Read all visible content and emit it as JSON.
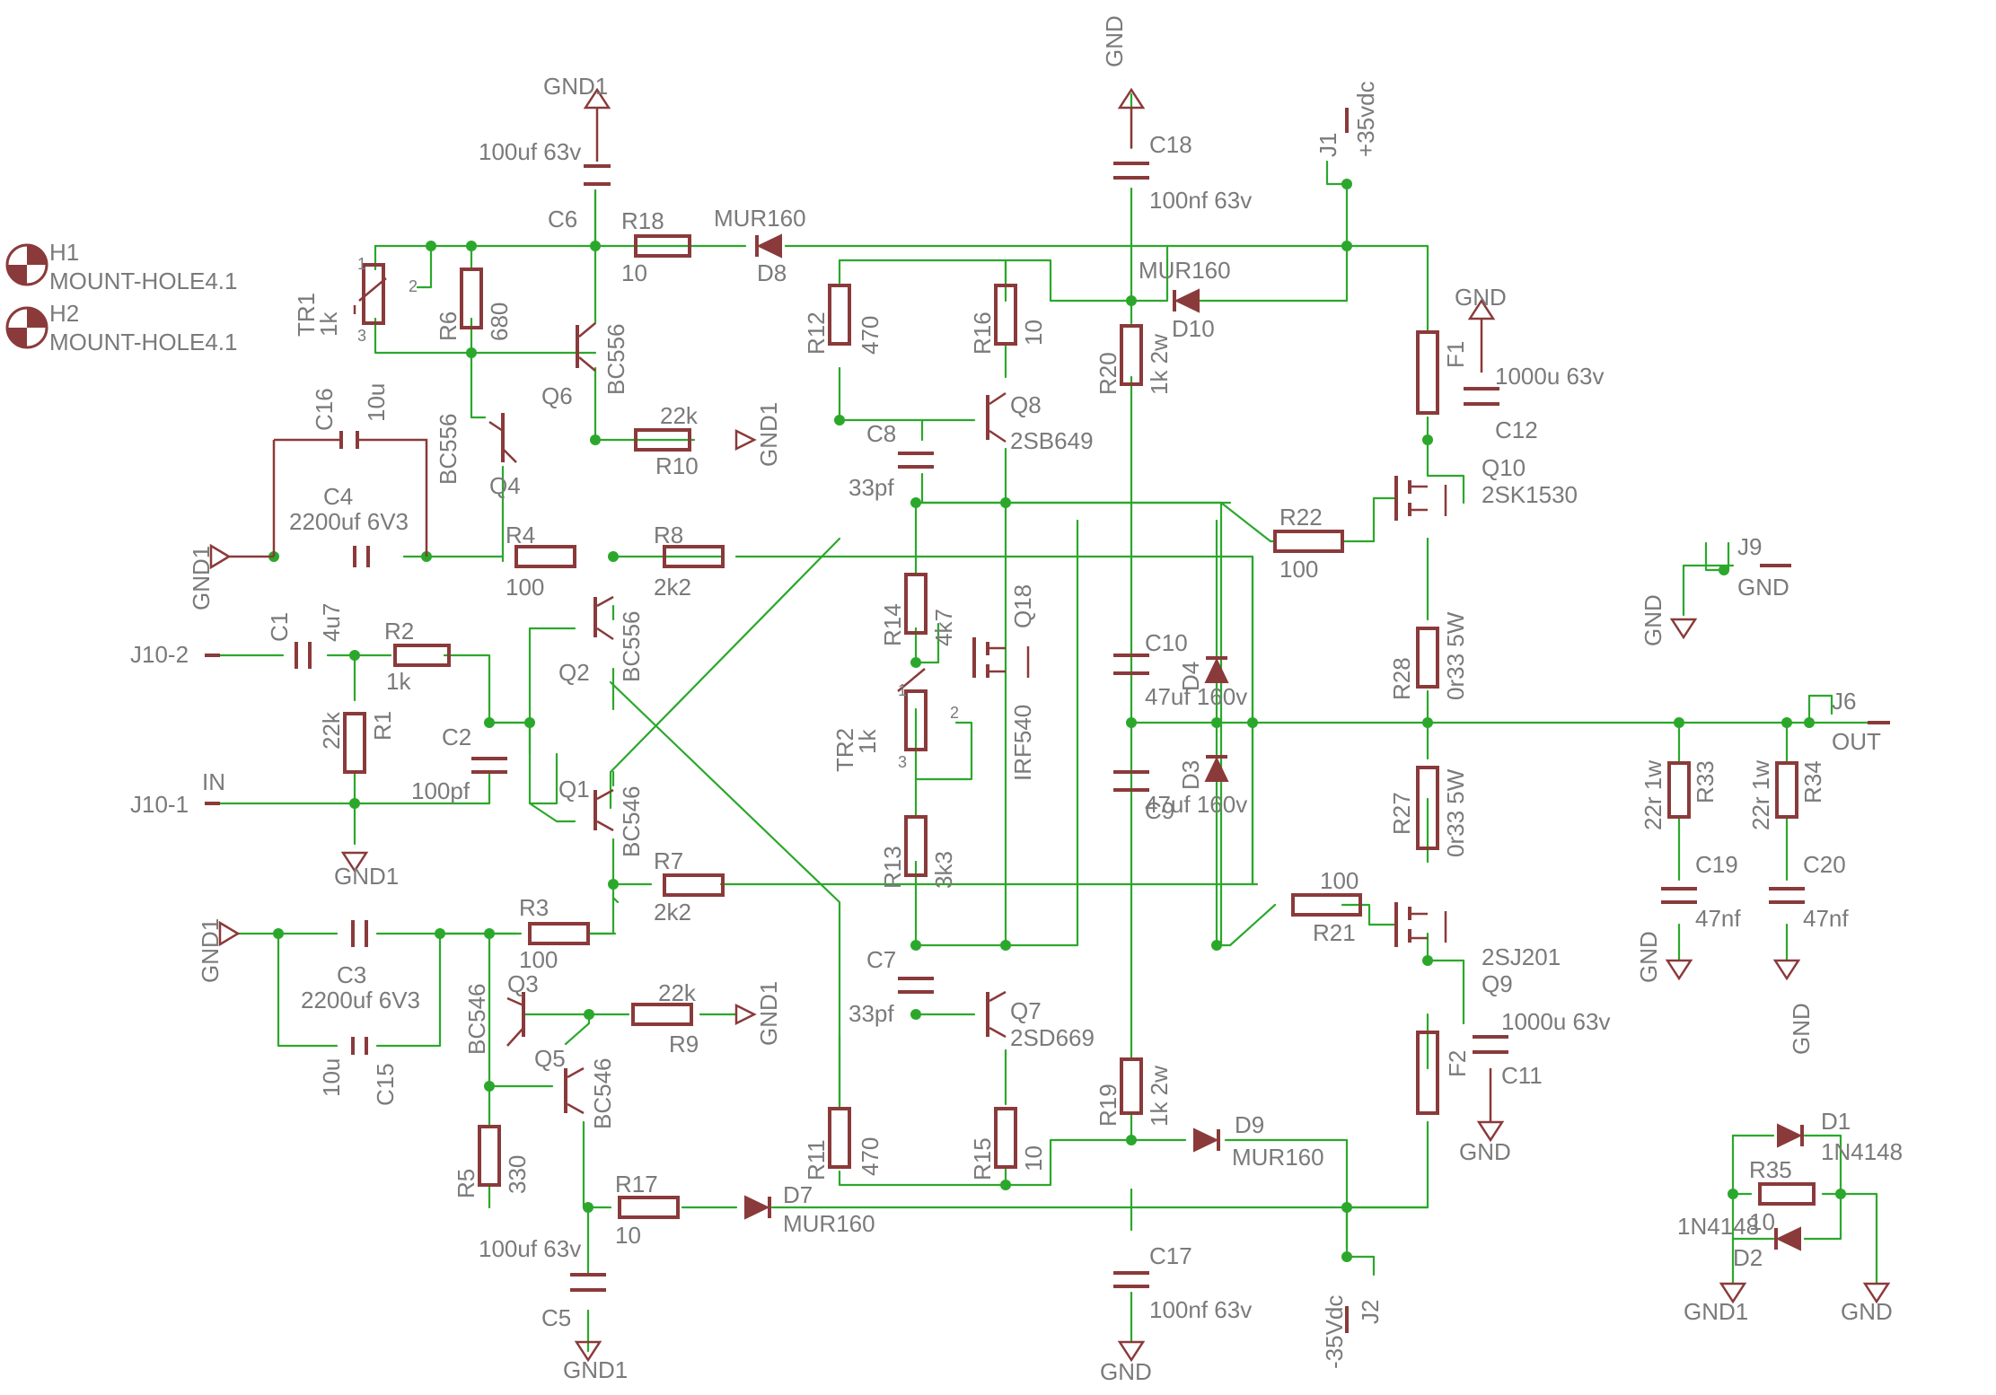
{
  "labels": {
    "gnd_top": "GND",
    "gnd1_top": "GND1",
    "h1": "H1",
    "h1v": "MOUNT-HOLE4.1",
    "h2": "H2",
    "h2v": "MOUNT-HOLE4.1",
    "c6v": "100uf 63v",
    "c6": "C6",
    "r18": "R18",
    "r18v": "10",
    "mur_d8": "MUR160",
    "d8": "D8",
    "c18": "C18",
    "c18v": "100nf 63v",
    "j1": "J1",
    "p35": "+35vdc",
    "mur_d10": "MUR160",
    "d10": "D10",
    "tr1": "TR1",
    "tr1v": "1k",
    "tr1p1": "1",
    "tr1p2": "2",
    "tr1p3": "3",
    "r6": "R6",
    "r6v": "680",
    "q6": "Q6",
    "q6v": "BC556",
    "r12": "R12",
    "r12v": "470",
    "r16": "R16",
    "r16v": "10",
    "r20": "R20",
    "r20v": "1k 2w",
    "f1": "F1",
    "gnd_f1": "GND",
    "c12v": "1000u 63v",
    "c12": "C12",
    "c16": "C16",
    "c16v": "10u",
    "r10v": "22k",
    "r10": "R10",
    "gnd1_r10": "GND1",
    "q8": "Q8",
    "q8v": "2SB649",
    "c8": "C8",
    "c8v": "33pf",
    "bc556_q4": "BC556",
    "q4": "Q4",
    "c4": "C4",
    "c4v": "2200uf 6V3",
    "q10": "Q10",
    "q10v": "2SK1530",
    "r22": "R22",
    "r22v": "100",
    "gnd1_left": "GND1",
    "r4": "R4",
    "r4v": "100",
    "r8": "R8",
    "r8v": "2k2",
    "r14": "R14",
    "r14v": "4k7",
    "q18": "Q18",
    "q2v": "BC556",
    "q2": "Q2",
    "c10": "C10",
    "c10v": "47uf 160v",
    "d4": "D4",
    "j9": "J9",
    "gnd_j9": "GND",
    "gnd_j9b": "GND",
    "c1": "C1",
    "c1v": "4u7",
    "r2": "R2",
    "r2v": "1k",
    "j102": "J10-2",
    "r28": "R28",
    "r28v": "0r33 5W",
    "r1v": "22k",
    "r1": "R1",
    "c2": "C2",
    "tr2": "TR2",
    "tr2v": "1k",
    "tr2p1": "1",
    "tr2p2": "2",
    "tr2p3": "3",
    "irf540": "IRF540",
    "c9v": "47uf 160v",
    "c9": "C9",
    "d3": "D3",
    "j6": "J6",
    "out": "OUT",
    "r27v": "0r33 5W",
    "r27": "R27",
    "r33v": "22r 1w",
    "r33": "R33",
    "r34v": "22r 1w",
    "r34": "R34",
    "in": "IN",
    "j101": "J10-1",
    "c2v": "100pf",
    "q1": "Q1",
    "q1v": "BC546",
    "r13": "R13",
    "r13v": "3k3",
    "gnd1_r1": "GND1",
    "r7": "R7",
    "r7v": "2k2",
    "c19": "C19",
    "c19v": "47nf",
    "c20": "C20",
    "c20v": "47nf",
    "gnd1_c3": "GND1",
    "r3": "R3",
    "r3v": "100",
    "c3": "C3",
    "c3v": "2200uf 6V3",
    "r21v": "100",
    "r21": "R21",
    "q9v": "2SJ201",
    "q9": "Q9",
    "gnd_c19": "GND",
    "gnd_c20": "GND",
    "bc546_q3": "BC546",
    "q3": "Q3",
    "r9v": "22k",
    "r9": "R9",
    "gnd1_r9": "GND1",
    "c7": "C7",
    "c7v": "33pf",
    "q7": "Q7",
    "q7v": "2SD669",
    "f2": "F2",
    "c11v": "1000u 63v",
    "c11": "C11",
    "c15v": "10u",
    "c15": "C15",
    "q5": "Q5",
    "q5v": "BC546",
    "r19": "R19",
    "r19v": "1k 2w",
    "gnd_c11": "GND",
    "d9": "D9",
    "mur_d9": "MUR160",
    "d1": "D1",
    "d1v": "1N4148",
    "r5": "R5",
    "r5v": "330",
    "r11": "R11",
    "r11v": "470",
    "r15": "R15",
    "r15v": "10",
    "r35": "R35",
    "r35v": "10",
    "d2v": "1N4148",
    "d2": "D2",
    "r17": "R17",
    "r17v": "10",
    "d7": "D7",
    "mur_d7": "MUR160",
    "c5v": "100uf 63v",
    "c5": "C5",
    "c17": "C17",
    "c17v": "100nf 63v",
    "j2": "J2",
    "m35": "-35Vdc",
    "gnd1_d1": "GND1",
    "gnd_d2": "GND",
    "gnd1_bot": "GND1",
    "gnd_bot": "GND"
  }
}
